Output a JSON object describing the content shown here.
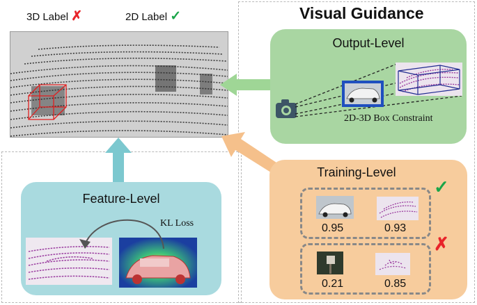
{
  "top_labels": {
    "label_3d": "3D Label",
    "label_3d_mark": "✗",
    "label_2d": "2D Label",
    "label_2d_mark": "✓"
  },
  "visual_guidance": {
    "title": "Visual Guidance"
  },
  "output_level": {
    "title": "Output-Level",
    "caption": "2D-3D Box Constraint"
  },
  "training_level": {
    "title": "Training-Level",
    "good_mark": "✓",
    "bad_mark": "✗",
    "good_scores": [
      "0.95",
      "0.93"
    ],
    "bad_scores": [
      "0.21",
      "0.85"
    ]
  },
  "feature_level": {
    "title": "Feature-Level",
    "loss_label": "KL Loss"
  },
  "colors": {
    "output_panel": "#a9d6a2",
    "training_panel": "#f7cc9d",
    "feature_panel": "#a9dadf",
    "arrow_green": "#9fd696",
    "arrow_orange": "#f5c08b",
    "arrow_teal": "#7cc8cf"
  }
}
